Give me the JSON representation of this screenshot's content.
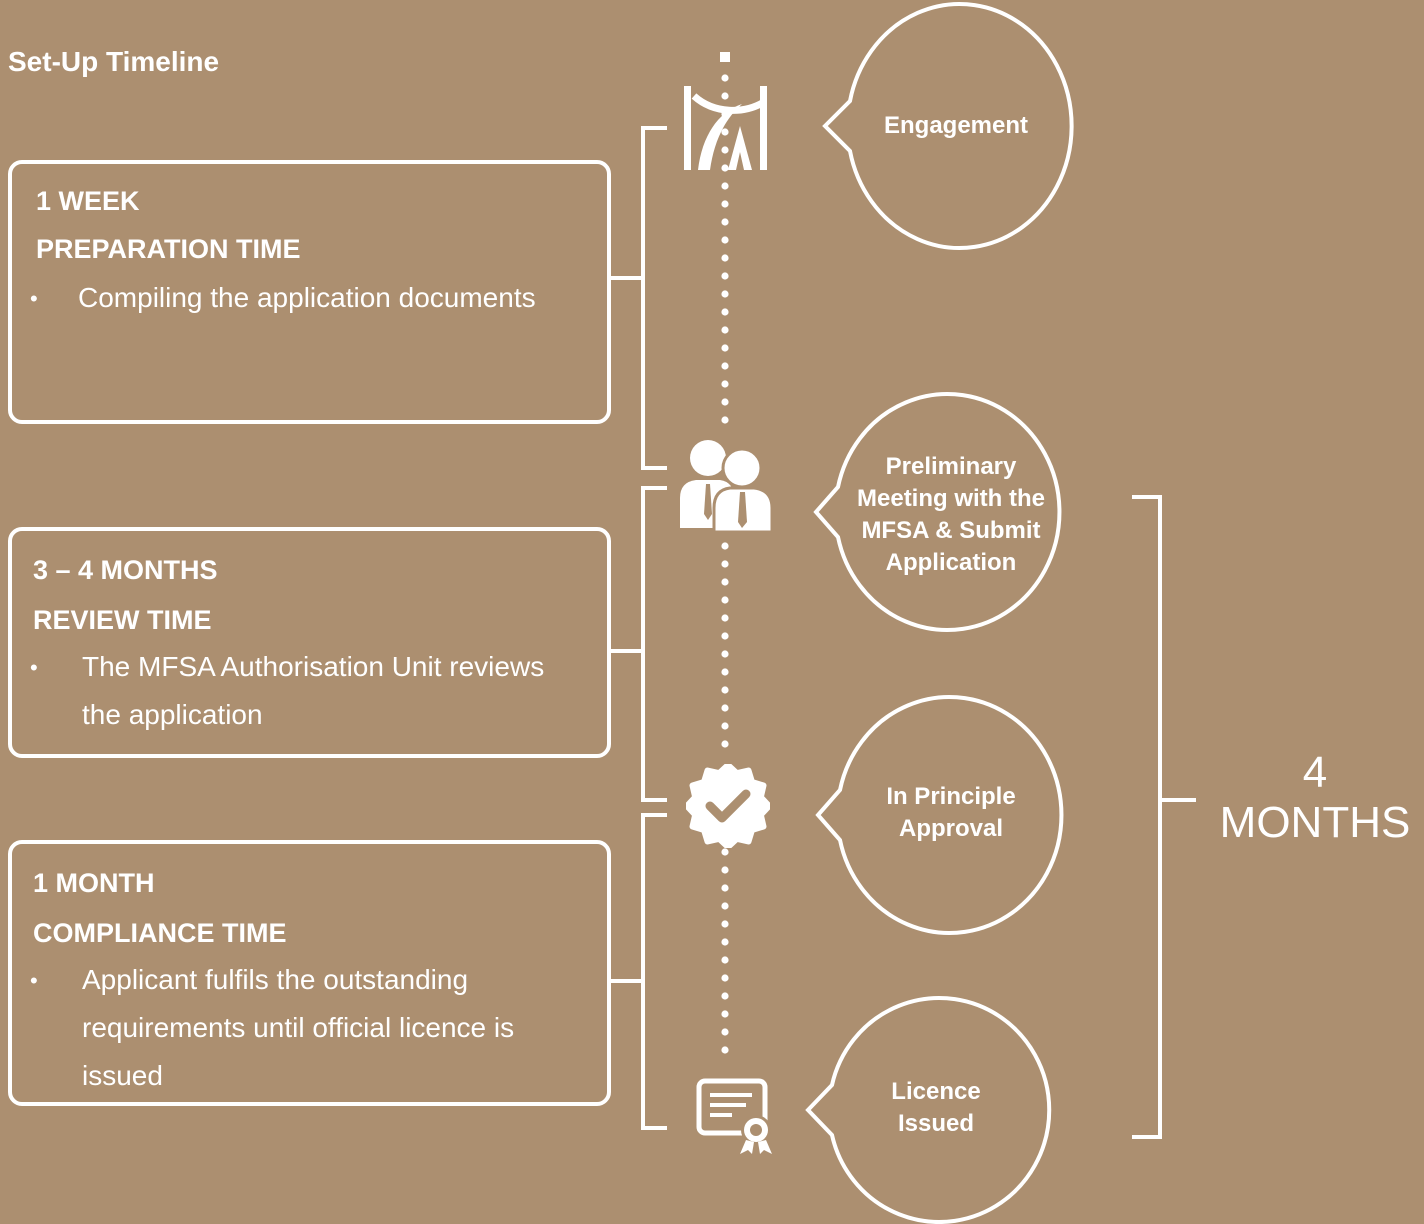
{
  "title": "Set-Up Timeline",
  "phases": [
    {
      "duration": "1 WEEK",
      "label": "PREPARATION TIME",
      "bullet": "•",
      "description": "Compiling the application documents"
    },
    {
      "duration": "3 – 4 MONTHS",
      "label": "REVIEW TIME",
      "bullet": "•",
      "description": "The MFSA Authorisation Unit reviews the application"
    },
    {
      "duration": "1 MONTH",
      "label": "COMPLIANCE TIME",
      "bullet": "•",
      "description": "Applicant fulfils the outstanding requirements until official licence is issued"
    }
  ],
  "milestones": [
    {
      "label": "Engagement",
      "icon": "logo-icon"
    },
    {
      "label": "Preliminary Meeting with the MFSA & Submit Application",
      "icon": "people-icon"
    },
    {
      "label": "In Principle Approval",
      "icon": "badge-check-icon"
    },
    {
      "label": "Licence Issued",
      "icon": "certificate-icon"
    }
  ],
  "total": {
    "number": "4",
    "unit": "MONTHS"
  },
  "colors": {
    "background": "#AC8F70",
    "foreground": "#FFFFFF"
  }
}
